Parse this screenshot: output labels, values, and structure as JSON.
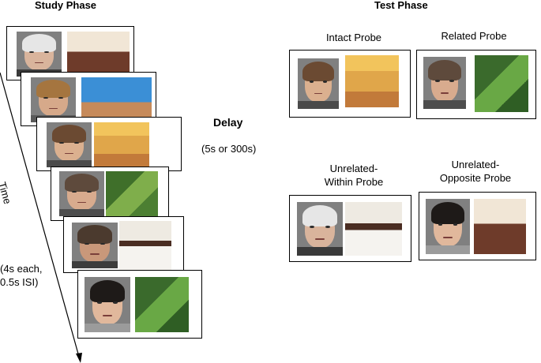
{
  "study_phase": {
    "title": "Study Phase",
    "time_label": "Time",
    "timing_note_line1": "(4s each,",
    "timing_note_line2": "0.5s ISI)"
  },
  "delay": {
    "title": "Delay",
    "duration": "(5s or 300s)"
  },
  "test_phase": {
    "title": "Test Phase",
    "probes": [
      {
        "line1": "Intact Probe",
        "line2": ""
      },
      {
        "line1": "Related Probe",
        "line2": ""
      },
      {
        "line1": "Unrelated-",
        "line2": "Within Probe"
      },
      {
        "line1": "Unrelated-",
        "line2": "Opposite Probe"
      }
    ]
  },
  "colors": {
    "face_background": "#808080",
    "border": "#000000"
  },
  "images": {
    "faces": [
      "older-man-white-hair",
      "woman-short-hair",
      "young-man",
      "older-woman",
      "middle-aged-man",
      "young-woman-dark-hair"
    ],
    "scenes": [
      "kitchen",
      "desert",
      "living-room",
      "garden-lawn",
      "dining-room",
      "garden-flowers"
    ]
  }
}
